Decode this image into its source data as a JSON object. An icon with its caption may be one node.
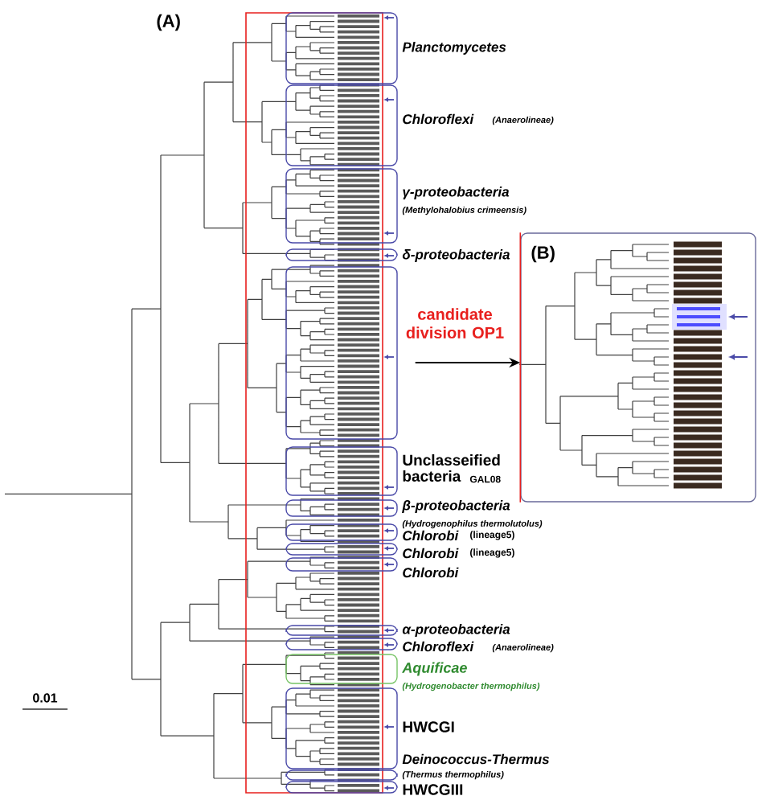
{
  "diagram": {
    "nodes": [
      {
        "text": [
          "Planctomycetes"
        ]
      },
      {
        "text": [
          "Chloroflexi",
          "(Anaerolineae)"
        ]
      },
      {
        "text": [
          "γ-proteobacteria",
          "(Methylohalobius crimeensis)"
        ]
      },
      {
        "text": [
          "δ-proteobacteria"
        ]
      },
      {
        "text": [
          "candidate division OP1"
        ]
      },
      {
        "text": [
          "Unclasseified bacteria",
          "GAL08"
        ]
      },
      {
        "text": [
          "β-proteobacteria",
          "(Hydrogenophilus thermolutolus)"
        ]
      },
      {
        "text": [
          "Chlorobi",
          "(lineage5)"
        ]
      },
      {
        "text": [
          "Chlorobi",
          "(lineage5)"
        ]
      },
      {
        "text": [
          "Chlorobi"
        ]
      },
      {
        "text": [
          "α-proteobacteria"
        ]
      },
      {
        "text": [
          "Chloroflexi",
          "(Anaerolineae)"
        ]
      },
      {
        "text": [
          "Aquificae",
          "(Hydrogenobacter thermophilus)"
        ]
      },
      {
        "text": [
          "HWCGI"
        ]
      },
      {
        "text": [
          "Deinococcus-Thermus",
          "(Thermus thermophilus)"
        ]
      },
      {
        "text": [
          "HWCGIII"
        ]
      },
      {
        "text": [
          "(B)"
        ]
      }
    ],
    "edges": [
      {
        "from": 4,
        "to": 16,
        "arrow": "to"
      }
    ],
    "labels": [
      "(A)",
      "0.01"
    ]
  }
}
